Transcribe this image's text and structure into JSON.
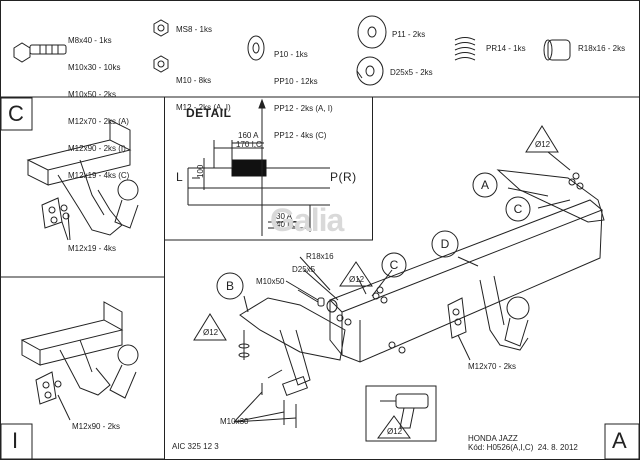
{
  "parts_list": {
    "bolt_group": [
      "M8x40 - 1ks",
      "M10x30 - 10ks",
      "M10x50 - 2ks",
      "M12x70 - 2ks (A)",
      "M12x90 - 2ks (I)",
      "M12x19 - 4ks (C)"
    ],
    "ms8": "MS8 - 1ks",
    "m10_nut": [
      "M10 - 8ks",
      "M12 - 2ks (A, I)"
    ],
    "washers": [
      "P10 - 1ks",
      "PP10 - 12ks",
      "PP12 - 2ks (A, I)",
      "PP12 - 4ks (C)"
    ],
    "p11": "P11 - 2ks",
    "d25": "D25x5 - 2ks",
    "pr14": "PR14 - 1ks",
    "r18": "R18x16 - 2ks"
  },
  "panels": {
    "c_label": "C",
    "c_note": "M12x19 - 4ks",
    "i_label": "I",
    "i_note": "M12x90 - 2ks",
    "a_label": "A"
  },
  "detail": {
    "title": "DETAIL",
    "dim_160": "160 A",
    "dim_170": "170 I,C",
    "dim_100": "100",
    "dim_30": "30 A",
    "dim_40": "40 I,C",
    "l_label": "L",
    "pr_label": "P(R)"
  },
  "main": {
    "circle_a": "A",
    "circle_b": "B",
    "circle_c": "C",
    "circle_d": "D",
    "phi12_top": "Ø12",
    "phi12_mid": "Ø12",
    "phi12_left": "Ø12",
    "phi12_drill": "Ø12",
    "r18x16": "R18x16",
    "d25x5": "D25x5",
    "m10x50": "M10x50",
    "m12x70": "M12x70 - 2ks",
    "m10x30": "M10x30"
  },
  "footer": {
    "code_left": "AIC 325 12 3",
    "model": "HONDA JAZZ",
    "code_right": "Kód: H0526(A,I,C)  24. 8. 2012"
  },
  "watermark": "Galia"
}
